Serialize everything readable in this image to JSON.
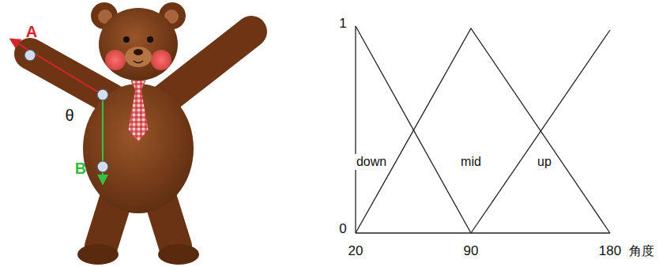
{
  "diagram": {
    "labels": [
      "A",
      "θ",
      "B",
      "1",
      "0",
      "20",
      "90",
      "180",
      "角度",
      "down",
      "mid",
      "up"
    ]
  }
}
